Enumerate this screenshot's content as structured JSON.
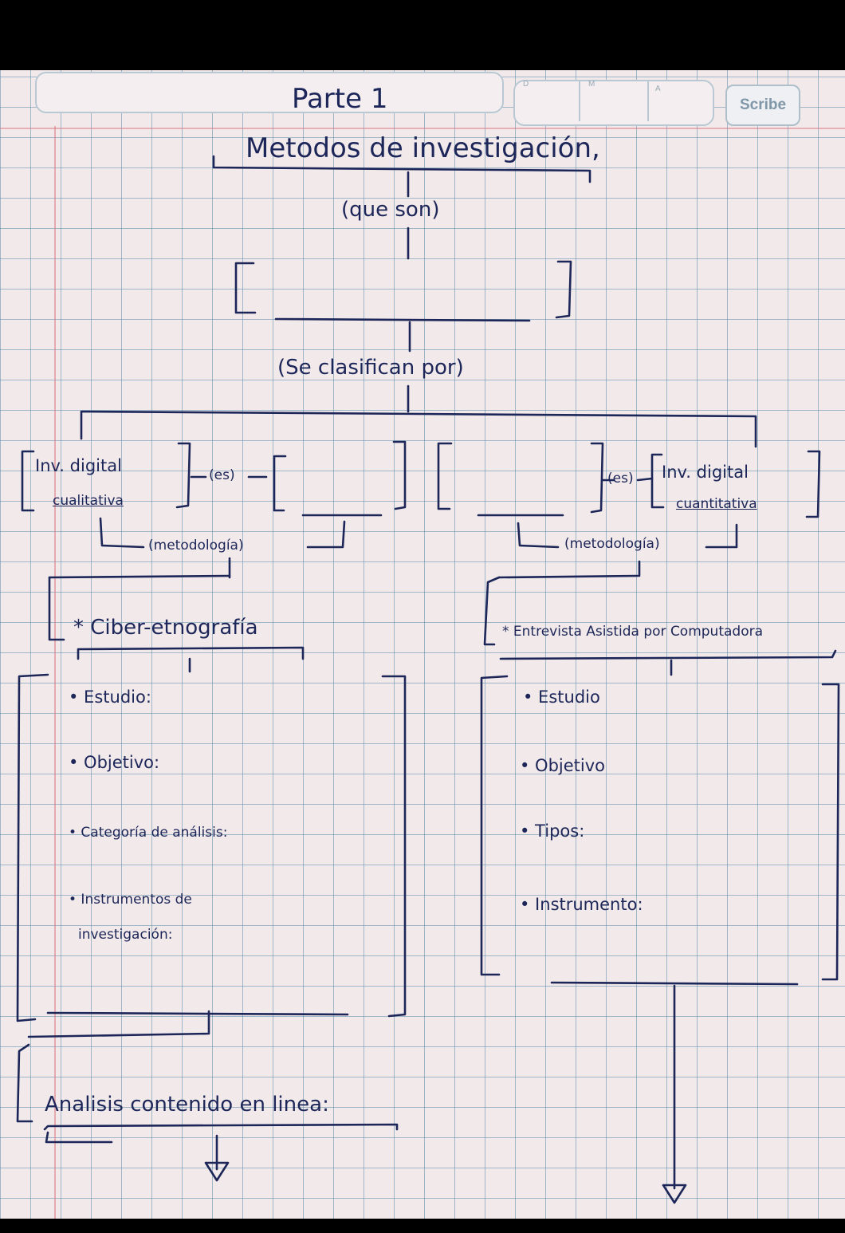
{
  "header": {
    "title": "Parte 1",
    "date_labels": [
      "D",
      "M",
      "A"
    ],
    "brand": "Scribe"
  },
  "diagram": {
    "main_title": "Metodos de investigación,",
    "what_are": "(que son)",
    "classified_by": "(Se clasifican por)",
    "left": {
      "type_line1": "Inv. digital",
      "type_line2": "cualitativa",
      "connector": "(es)",
      "methodology": "(metodología)",
      "method": "* Ciber-etnografía",
      "items": [
        "• Estudio:",
        "• Objetivo:",
        "• Categoría de análisis:",
        "• Instrumentos de",
        "investigación:"
      ],
      "next": "Analisis contenido en linea:"
    },
    "right": {
      "type_line1": "Inv. digital",
      "type_line2": "cuantitativa",
      "connector": "(es)",
      "methodology": "(metodología)",
      "method": "* Entrevista Asistida por Computadora",
      "items": [
        "• Estudio",
        "• Objetivo",
        "• Tipos:",
        "• Instrumento:"
      ]
    }
  }
}
